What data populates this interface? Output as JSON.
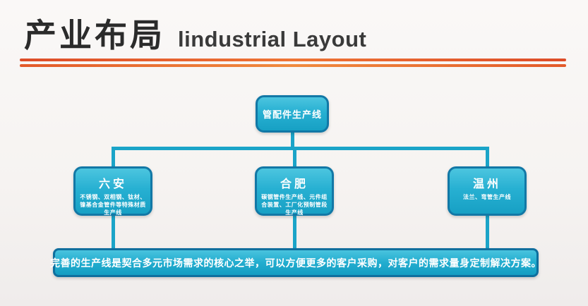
{
  "header": {
    "title_zh": "产业布局",
    "title_en": "lindustrial Layout"
  },
  "diagram": {
    "root": "管配件生产线",
    "nodes": [
      {
        "name": "六安",
        "desc": "不锈钢、双相钢、钛材、镍基合金管件等特殊材质生产线"
      },
      {
        "name": "合肥",
        "desc": "碳钢管件生产线、元件组合装置、工厂化预制管段生产线"
      },
      {
        "name": "温州",
        "desc": "法兰、弯管生产线"
      }
    ],
    "footer": "完善的生产线是契合多元市场需求的核心之举，可以方便更多的客户采购，对客户的需求量身定制解决方案。"
  },
  "colors": {
    "node_fill": "#27b0d2",
    "node_border": "#1278a6",
    "connector": "#1ba4c8",
    "rule": "#e35a2a",
    "title": "#2b2b2b"
  }
}
